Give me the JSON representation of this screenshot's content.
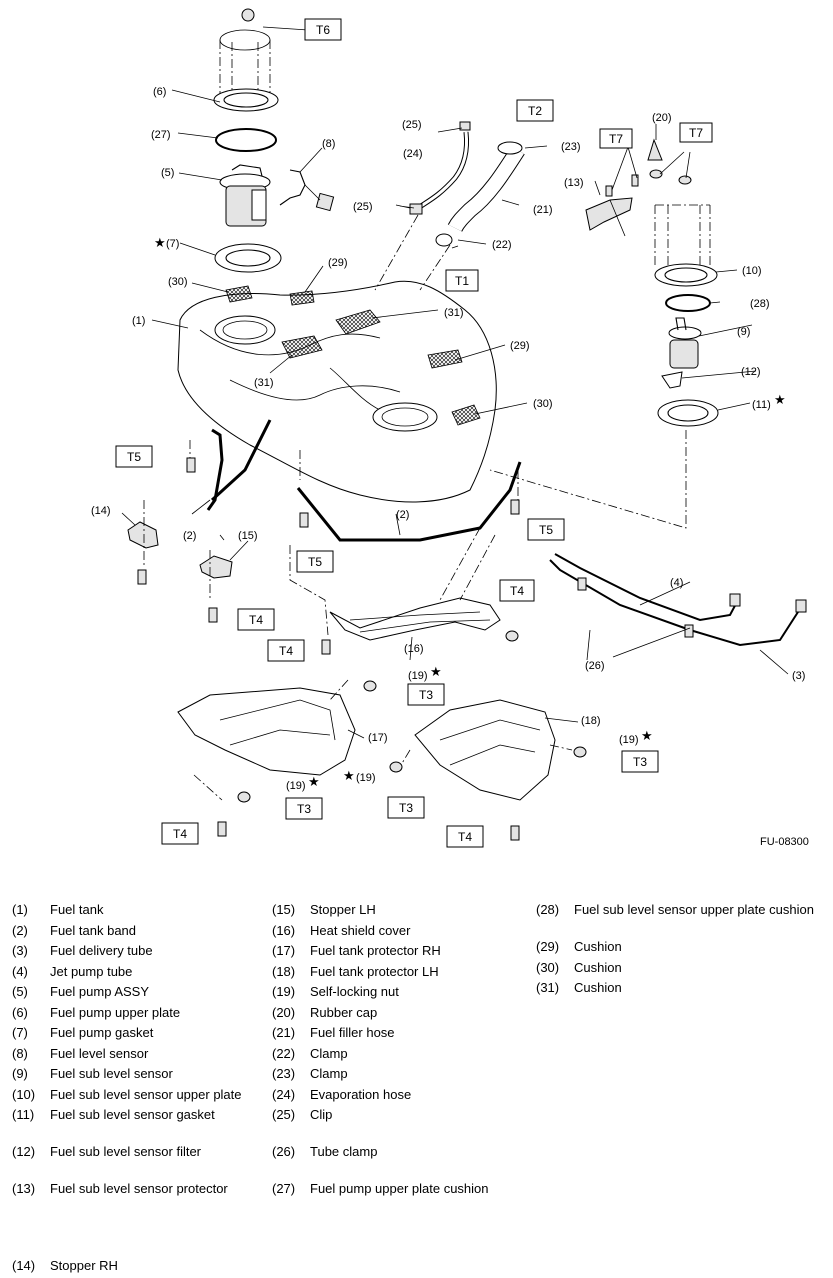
{
  "figure_code": "FU-08300",
  "callouts": {
    "c1": "(1)",
    "c2a": "(2)",
    "c2b": "(2)",
    "c3": "(3)",
    "c4": "(4)",
    "c5": "(5)",
    "c6": "(6)",
    "c7": "(7)",
    "c8": "(8)",
    "c9": "(9)",
    "c10": "(10)",
    "c11": "(11)",
    "c12": "(12)",
    "c13": "(13)",
    "c14": "(14)",
    "c15": "(15)",
    "c16": "(16)",
    "c17": "(17)",
    "c18": "(18)",
    "c19a": "(19)",
    "c19b": "(19)",
    "c19c": "(19)",
    "c19d": "(19)",
    "c20": "(20)",
    "c21": "(21)",
    "c22": "(22)",
    "c23": "(23)",
    "c24": "(24)",
    "c25a": "(25)",
    "c25b": "(25)",
    "c26": "(26)",
    "c27": "(27)",
    "c28": "(28)",
    "c29a": "(29)",
    "c29b": "(29)",
    "c30a": "(30)",
    "c30b": "(30)",
    "c31a": "(31)",
    "c31b": "(31)"
  },
  "star_symbol": "★",
  "torque": {
    "t6": "T6",
    "t2": "T2",
    "t7a": "T7",
    "t7b": "T7",
    "t1": "T1",
    "t5a": "T5",
    "t5b": "T5",
    "t5c": "T5",
    "t4a": "T4",
    "t4b": "T4",
    "t4c": "T4",
    "t4d": "T4",
    "t4e": "T4",
    "t3a": "T3",
    "t3b": "T3",
    "t3c": "T3",
    "t3d": "T3"
  },
  "legend": {
    "col1": [
      {
        "num": "(1)",
        "name": "Fuel tank"
      },
      {
        "num": "(2)",
        "name": "Fuel tank band"
      },
      {
        "num": "(3)",
        "name": "Fuel delivery tube"
      },
      {
        "num": "(4)",
        "name": "Jet pump tube"
      },
      {
        "num": "(5)",
        "name": "Fuel pump ASSY"
      },
      {
        "num": "(6)",
        "name": "Fuel pump upper plate"
      },
      {
        "num": "(7)",
        "name": "Fuel pump gasket"
      },
      {
        "num": "(8)",
        "name": "Fuel level sensor"
      },
      {
        "num": "(9)",
        "name": "Fuel sub level sensor"
      },
      {
        "num": "(10)",
        "name": "Fuel sub level sensor upper plate"
      },
      {
        "num": "(11)",
        "name": "Fuel sub level sensor gasket"
      },
      {
        "num": "(12)",
        "name": "Fuel sub level sensor filter"
      },
      {
        "num": "(13)",
        "name": "Fuel sub level sensor protector"
      },
      {
        "num": "(14)",
        "name": "Stopper RH"
      }
    ],
    "col2": [
      {
        "num": "(15)",
        "name": "Stopper LH"
      },
      {
        "num": "(16)",
        "name": "Heat shield cover"
      },
      {
        "num": "(17)",
        "name": "Fuel tank protector RH"
      },
      {
        "num": "(18)",
        "name": "Fuel tank protector LH"
      },
      {
        "num": "(19)",
        "name": "Self-locking nut"
      },
      {
        "num": "(20)",
        "name": "Rubber cap"
      },
      {
        "num": "(21)",
        "name": "Fuel filler hose"
      },
      {
        "num": "(22)",
        "name": "Clamp"
      },
      {
        "num": "(23)",
        "name": "Clamp"
      },
      {
        "num": "(24)",
        "name": "Evaporation hose"
      },
      {
        "num": "(25)",
        "name": "Clip"
      },
      {
        "num": "(26)",
        "name": "Tube clamp"
      },
      {
        "num": "(27)",
        "name": "Fuel pump upper plate cushion"
      }
    ],
    "col3": [
      {
        "num": "(28)",
        "name": "Fuel sub level sensor upper plate cushion"
      },
      {
        "num": "(29)",
        "name": "Cushion"
      },
      {
        "num": "(30)",
        "name": "Cushion"
      },
      {
        "num": "(31)",
        "name": "Cushion"
      }
    ]
  }
}
